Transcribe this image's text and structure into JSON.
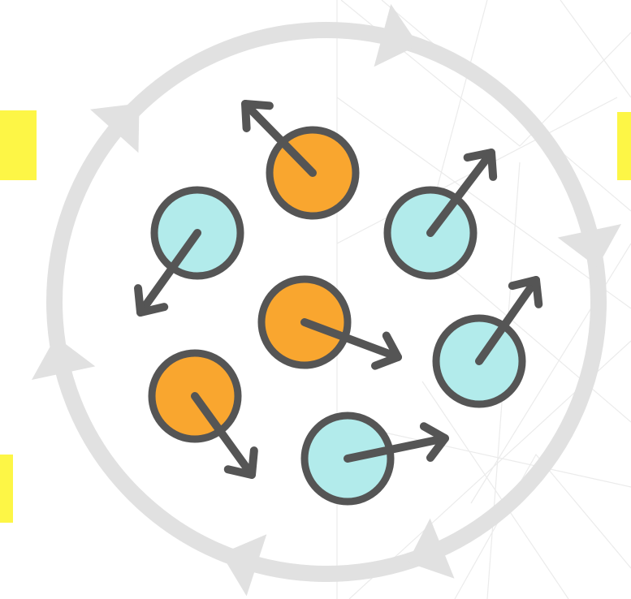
{
  "colors": {
    "background": "#ffffff",
    "accent_bars": "#fdf646",
    "cycle_ring": "#e1e1e1",
    "texture_lines": "#ebebeb",
    "outline": "#555555",
    "warm_particle": "#f9a62f",
    "cool_particle": "#b2ebeb"
  },
  "diagram": {
    "icon": "random-particle-motion-in-cycle",
    "particles": [
      {
        "kind": "warm",
        "heading": "up-left"
      },
      {
        "kind": "cool",
        "heading": "down-left"
      },
      {
        "kind": "cool",
        "heading": "up-right"
      },
      {
        "kind": "warm",
        "heading": "right"
      },
      {
        "kind": "cool",
        "heading": "up-right"
      },
      {
        "kind": "warm",
        "heading": "down-right"
      },
      {
        "kind": "cool",
        "heading": "right"
      }
    ],
    "cycle_direction": "clockwise",
    "cycle_arrowheads": 6
  }
}
